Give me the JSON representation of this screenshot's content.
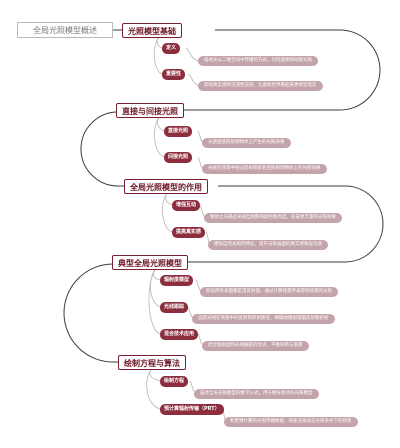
{
  "root": {
    "label": "全局光照模型概述"
  },
  "topics": [
    {
      "title": "光照模型基础",
      "subs": [
        {
          "label": "定义",
          "details": [
            "描述光从二维空间中传播的方式，包括直接和间接光照"
          ]
        },
        {
          "label": "重要性",
          "details": [
            "影响真实感和沉浸性渲染，让虚拟世界看起来更接近现实"
          ]
        }
      ]
    },
    {
      "title": "直接与间接光照",
      "subs": [
        {
          "label": "直接光照",
          "details": [
            "光源直接照射到物体上产生的光照效果"
          ]
        },
        {
          "label": "间接光照",
          "details": [
            "光线在场景中经过反射或折射后照射到物体上的光照效果"
          ]
        }
      ]
    },
    {
      "title": "全局光照模型的作用",
      "subs": [
        {
          "label": "增强互动",
          "details": [
            "物体之间通过光线互相影响颜色和亮度，形成更丰富的光照效果"
          ]
        },
        {
          "label": "提高真实感",
          "details": [
            "模拟自然光照的特征，提升渲染画面的真实感和层次感"
          ]
        }
      ]
    },
    {
      "title": "典型全局光照模型",
      "subs": [
        {
          "label": "辐射度模型",
          "details": [
            "假设所有表面都是漫反射面，通过计算能量传递得到场景的光照"
          ]
        },
        {
          "label": "光线跟踪",
          "details": [
            "追踪光线在场景中的反射和折射路径，精确地模拟镜面反射和折射"
          ]
        },
        {
          "label": "混合技术应用",
          "details": [
            "结合辐射度和光线跟踪的优点，平衡效率与质量"
          ]
        }
      ]
    },
    {
      "title": "绘制方程与算法",
      "subs": [
        {
          "label": "绘制方程",
          "details": [
            "描述全局光照模型的数学公式，用于推导具体的光照模型"
          ]
        },
        {
          "label": "预计算辐射传输（PRT）",
          "details": [
            "利用预计算的光照传输数据，快速渲染动态光照条件下的场景"
          ]
        }
      ]
    }
  ]
}
